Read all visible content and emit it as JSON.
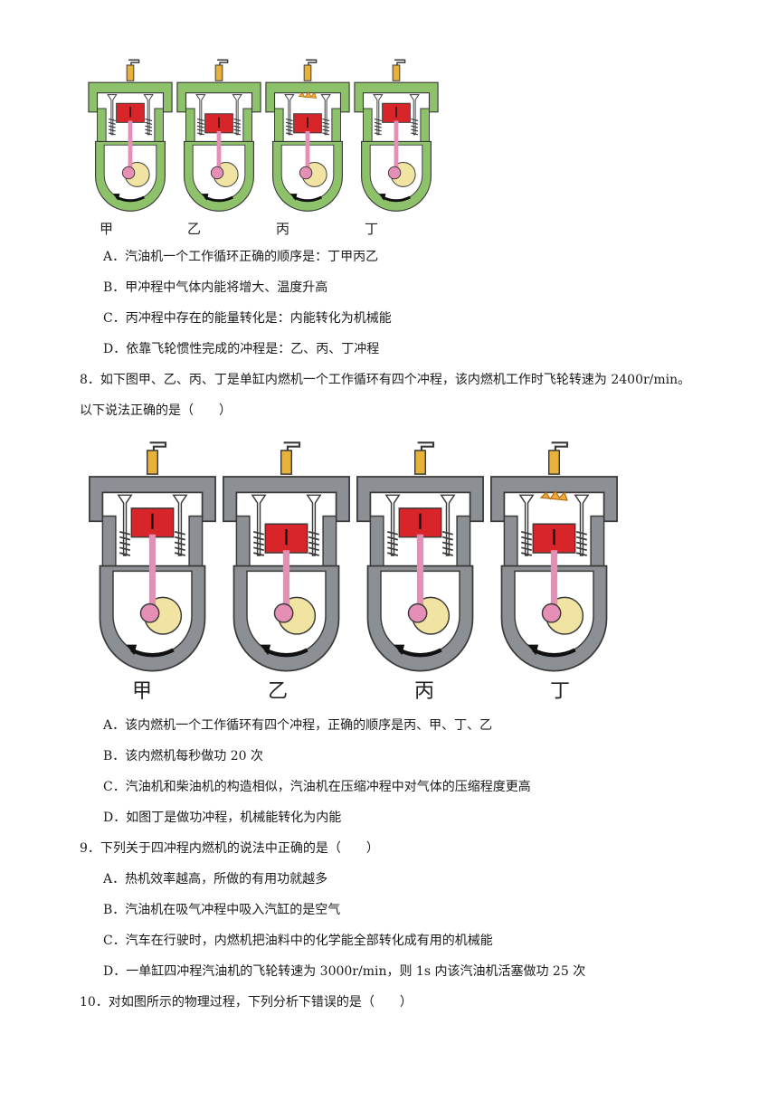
{
  "q7": {
    "figure_labels": [
      "甲",
      "乙",
      "丙",
      "丁"
    ],
    "options": [
      "A．汽油机一个工作循环正确的顺序是：丁甲丙乙",
      "B．甲冲程中气体内能将增大、温度升高",
      "C．丙冲程中存在的能量转化是：内能转化为机械能",
      "D．依靠飞轮惯性完成的冲程是：乙、丙、丁冲程"
    ]
  },
  "q8": {
    "stem_line1": "8．如下图甲、乙、丙、丁是单缸内燃机一个工作循环有四个冲程，该内燃机工作时飞轮转速为 2400r/min。",
    "stem_line2": "以下说法正确的是（　　）",
    "figure_labels": [
      "甲",
      "乙",
      "丙",
      "丁"
    ],
    "options": [
      "A．该内燃机一个工作循环有四个冲程，正确的顺序是丙、甲、丁、乙",
      "B．该内燃机每秒做功 20 次",
      "C．汽油机和柴油机的构造相似，汽油机在压缩冲程中对气体的压缩程度更高",
      "D．如图丁是做功冲程，机械能转化为内能"
    ]
  },
  "q9": {
    "stem": "9．下列关于四冲程内燃机的说法中正确的是（　　）",
    "options": [
      "A．热机效率越高，所做的有用功就越多",
      "B．汽油机在吸气冲程中吸入汽缸的是空气",
      "C．汽车在行驶时，内燃机把油料中的化学能全部转化成有用的机械能",
      "D．一单缸四冲程汽油机的飞轮转速为 3000r/min，则 1s 内该汽油机活塞做功 25 次"
    ]
  },
  "q10": {
    "stem": "10．对如图所示的物理过程，下列分析下错误的是（　　）"
  },
  "colors": {
    "engine_green": "#8dc26a",
    "engine_gray": "#8c8f93",
    "piston_red": "#d8252a",
    "rod_pink": "#e58fb7",
    "flywheel_yellow": "#f1e3a1",
    "spark_yellow": "#e8b13a"
  }
}
